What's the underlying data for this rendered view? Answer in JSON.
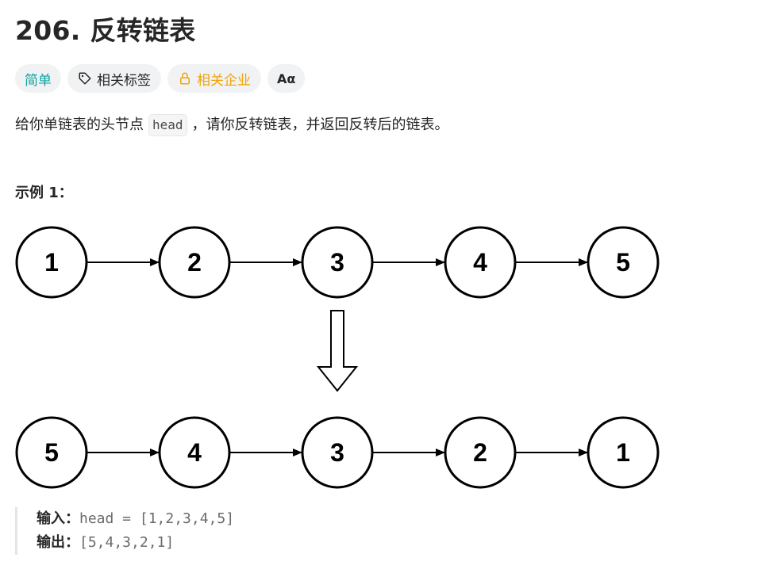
{
  "problem": {
    "title": "206. 反转链表"
  },
  "tags": {
    "difficulty": "简单",
    "related_tags": "相关标签",
    "related_companies": "相关企业",
    "font_toggle": "Aα"
  },
  "description": {
    "before_code": "给你单链表的头节点",
    "code": "head",
    "after_code": "，请你反转链表，并返回反转后的链表。"
  },
  "example": {
    "title": "示例 1：",
    "diagram": {
      "top_list": [
        "1",
        "2",
        "3",
        "4",
        "5"
      ],
      "bottom_list": [
        "5",
        "4",
        "3",
        "2",
        "1"
      ]
    },
    "input_label": "输入：",
    "input_value": "head = [1,2,3,4,5]",
    "output_label": "输出：",
    "output_value": "[5,4,3,2,1]"
  },
  "colors": {
    "easy": "#0fa3a3",
    "company": "#f0a30a",
    "tag_bg": "#f1f2f3",
    "text": "#262626"
  }
}
